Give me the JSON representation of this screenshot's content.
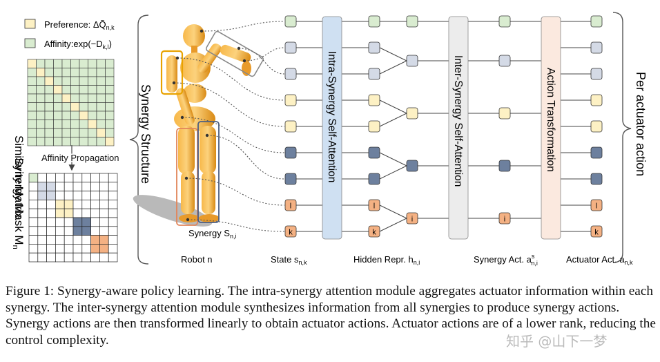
{
  "colors": {
    "preference": "#fdf1c4",
    "affinity": "#d9ecd0",
    "state_gray": "#d4dae6",
    "dark_blue": "#6d809e",
    "orange": "#f4b183",
    "intra_block": "#cfe0f2",
    "inter_block": "#ececec",
    "action_block": "#fbe9df",
    "robot": "#f5a623"
  },
  "legend": {
    "preference_label": "Preference: ΔQ̃",
    "preference_sub": "n,k",
    "affinity_label": "Affinity:exp(−D",
    "affinity_sub": "k,l",
    "affinity_end": ")"
  },
  "left": {
    "similarity_label": "Similarity Matrix",
    "propagation_label": "Affinity Propagation",
    "mask_label": "Synergy Mask M",
    "mask_sub": "n"
  },
  "structure_label": "Synergy Structure",
  "synergy_label": "Synergy S",
  "synergy_sub": "n,i",
  "blocks": {
    "intra": "Intra-Synergy Self-Attention",
    "inter": "Inter-Synergy Self-Attention",
    "action": "Action Transformation"
  },
  "right_label": "Per actuator action",
  "node_labels": {
    "l": "l",
    "k": "k",
    "i": "i"
  },
  "bottom": {
    "robot": "Robot n",
    "state": "State s",
    "state_sub": "n,k",
    "hidden": "Hidden Repr. h",
    "hidden_sub": "n,i",
    "synergy_act": "Synergy Act. a",
    "synergy_act_sup": "s",
    "synergy_act_sub": "n,i",
    "actuator_act": "Actuator Act. a",
    "actuator_act_sub": "n,k"
  },
  "caption": "Figure 1: Synergy-aware policy learning. The intra-synergy attention module aggregates actuator information within each synergy. The inter-synergy attention module synthesizes information from all synergies to produce synergy actions. Synergy actions are then transformed linearly to obtain actuator actions. Actuator actions are of a lower rank, reducing the control complexity.",
  "watermark": "知乎 @山下一梦"
}
